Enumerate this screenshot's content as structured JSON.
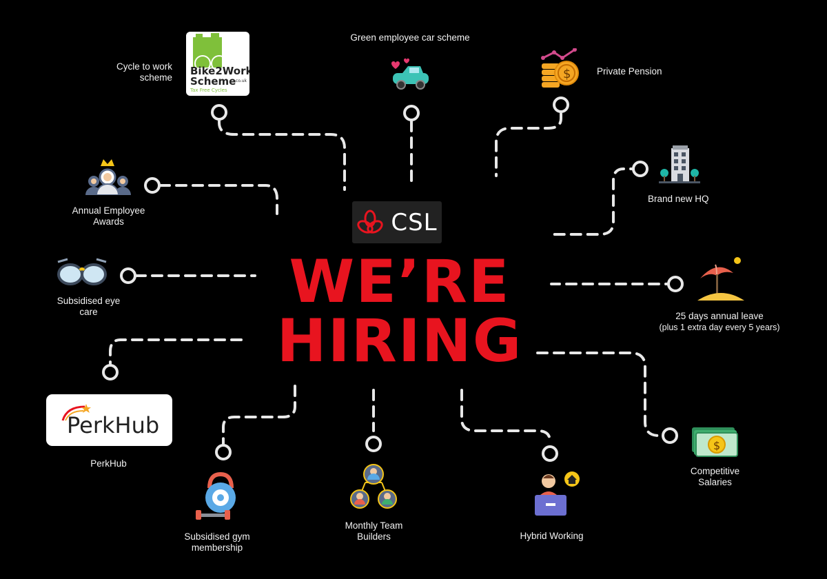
{
  "brand": {
    "name": "CSL",
    "accent": "#e8141f"
  },
  "headline": {
    "line1": "WE’RE",
    "line2": "HIRING"
  },
  "benefits": {
    "cycle": {
      "line1": "Cycle to work",
      "line2": "scheme",
      "icon": "bike2work-logo"
    },
    "bike_logo": {
      "line1": "Bike2Work",
      "line2": "Scheme",
      "suffix": ".co.uk",
      "tagline": "Tax Free Cycles"
    },
    "car": {
      "label": "Green employee car scheme",
      "icon": "car-icon"
    },
    "pension": {
      "label": "Private Pension",
      "icon": "coins-icon"
    },
    "hq": {
      "label": "Brand new HQ",
      "icon": "building-icon"
    },
    "awards": {
      "line1": "Annual Employee",
      "line2": "Awards",
      "icon": "team-crown-icon"
    },
    "eye": {
      "line1": "Subsidised eye",
      "line2": "care",
      "icon": "glasses-icon"
    },
    "leave": {
      "line1": "25 days annual leave",
      "line2": "(plus 1 extra day every 5 years)",
      "icon": "beach-umbrella-icon"
    },
    "perkhub": {
      "label": "PerkHub",
      "logo_text": "PerkHub"
    },
    "salaries": {
      "line1": "Competitive",
      "line2": "Salaries",
      "icon": "money-icon"
    },
    "gym": {
      "line1": "Subsidised gym",
      "line2": "membership",
      "icon": "kettlebell-icon"
    },
    "team": {
      "line1": "Monthly Team",
      "line2": "Builders",
      "icon": "team-icon"
    },
    "hybrid": {
      "label": "Hybrid Working",
      "icon": "laptop-home-icon"
    }
  }
}
